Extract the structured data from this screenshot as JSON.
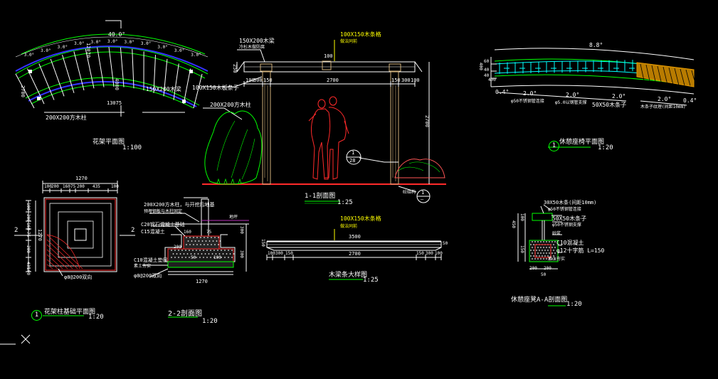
{
  "colors": {
    "bg": "#000000",
    "line": "#00ff00",
    "dim": "#ffffff",
    "note": "#ffff00",
    "red": "#ff2a2a",
    "cyan": "#00ffff",
    "blue": "#3333ff",
    "orange": "#e59a00"
  },
  "plan_top": {
    "title": "花架平面图",
    "scale": "1:100",
    "arc_angle": "40.0°",
    "seg_angles": [
      "3.0°",
      "3.0°",
      "3.0°",
      "3.0°",
      "3.0°",
      "3.0°",
      "3.0°",
      "3.0°",
      "3.0°",
      "3.0°",
      "3.0°"
    ],
    "dims": [
      "200X200方木柱",
      "150X200木梁",
      "13075",
      "12070",
      "2700",
      "4000"
    ]
  },
  "section_11": {
    "title": "1-1剖面图",
    "scale": "1:25",
    "labels": [
      "150X200木梁",
      "冷杉木做防腐",
      "100X150木条格",
      "做法同前",
      "100X150木板条子",
      "200X200方木柱",
      "砼结构"
    ],
    "dims": [
      "100",
      "300",
      "150",
      "2700",
      "150",
      "300",
      "100",
      "250",
      "2700",
      "100"
    ],
    "ref_num": "1",
    "ref_den": "28",
    "ref2_num": "1",
    "ref2_den": "—"
  },
  "bench_plan": {
    "title": "休憩座椅平面图",
    "scale": "1:20",
    "circle": "1",
    "angle": "8.8°",
    "seg_angles": [
      "2.0°",
      "2.0°",
      "2.0°",
      "2.0°"
    ],
    "end_angle": "0.4°",
    "end_angle2": "0.4°",
    "labels": [
      "φ50不锈钢管连接",
      "φ5.0以钢管支撑",
      "50X50木条子",
      "木条子纹理(间距10mm)"
    ],
    "side_dims": [
      "400",
      "60",
      "40",
      "40",
      "400"
    ]
  },
  "footing_plan": {
    "title": "花架柱基础平面图",
    "scale": "1:20",
    "circle": "1",
    "dims_top": [
      "1270"
    ],
    "dims_sub": [
      "100",
      "200",
      "160",
      "75",
      "200",
      "435",
      "100"
    ],
    "left_dims": [
      "100",
      "200",
      "160",
      "75",
      "200",
      "435",
      "100"
    ],
    "side_num": "1270",
    "rebar": "φ8@200双向",
    "cut_l": "2",
    "cut_r": "2"
  },
  "section_22": {
    "title": "2-2剖面图",
    "scale": "1:20",
    "labels": [
      "200X200方木柱，与开挖后地基",
      "预埋钢板与木柱固定",
      "C20钢石混凝土基础",
      "C15混凝土",
      "C10混凝土垫层",
      "素土夯实",
      "φ8@200双向"
    ],
    "dims": [
      "160",
      "75",
      "200",
      "300",
      "300",
      "50",
      "100",
      "1270",
      "地坪"
    ]
  },
  "beam_detail": {
    "title": "木梁条大样图",
    "scale": "1:25",
    "labels": [
      "100X150木条格",
      "做法同前"
    ],
    "dims": [
      "3500",
      "2700",
      "100",
      "300",
      "150",
      "150",
      "300",
      "100",
      "150",
      "50"
    ]
  },
  "bench_section": {
    "title": "休憩座凳A-A剖面图",
    "scale": "1:20",
    "labels": [
      "30X50木条(间距10mm)",
      "φ50不锈钢管连接",
      "50X50木条子",
      "φ50不锈钢支撑",
      "砂浆",
      "C10混凝土",
      "φ12十字筋 L=150",
      "素土夯实"
    ],
    "dims": [
      "450",
      "100",
      "150",
      "50",
      "200",
      "200"
    ]
  }
}
